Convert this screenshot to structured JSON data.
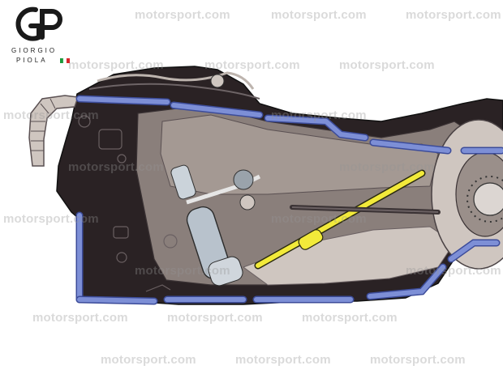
{
  "image": {
    "subject": "f1-car-rear-chassis-gearbox-cutaway-illustration",
    "colors": {
      "background": "#ffffff",
      "chassis_dark": "#2a2224",
      "casing_mid": "#8a7f7b",
      "casing_light": "#cfc6c0",
      "highlight_blue": "#7d8fd6",
      "highlight_blue_edge": "#3c4c9a",
      "highlight_yellow": "#f2ea3a",
      "damper_silver": "#b8c2cc"
    }
  },
  "logo": {
    "line1": "GIORGIO",
    "line2": "PIOLA",
    "flag_colors": [
      "#1a9a3a",
      "#ffffff",
      "#d8262b"
    ]
  },
  "watermark": {
    "text": "motorsport.com"
  }
}
